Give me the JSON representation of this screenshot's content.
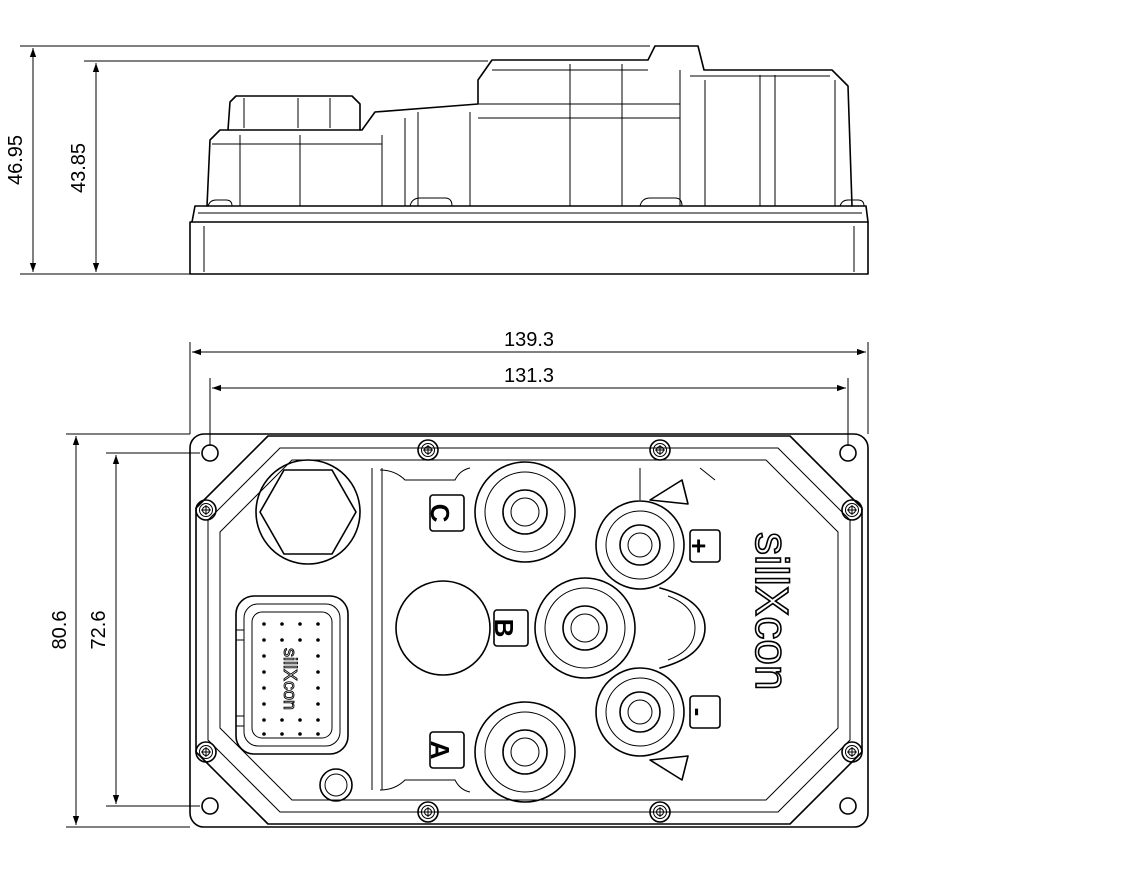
{
  "dimensions": {
    "side_total_height": "46.95",
    "side_body_height": "43.85",
    "top_total_width": "139.3",
    "top_hole_spacing_width": "131.3",
    "top_total_height": "80.6",
    "top_hole_spacing_height": "72.6"
  },
  "terminals": {
    "phase_a": "A",
    "phase_b": "B",
    "phase_c": "C",
    "battery_positive": "+",
    "battery_negative": "-"
  },
  "branding": {
    "logo_large": "sillXcon",
    "logo_connector": "sillXcon"
  },
  "colors": {
    "line": "#000000",
    "background": "#ffffff"
  }
}
